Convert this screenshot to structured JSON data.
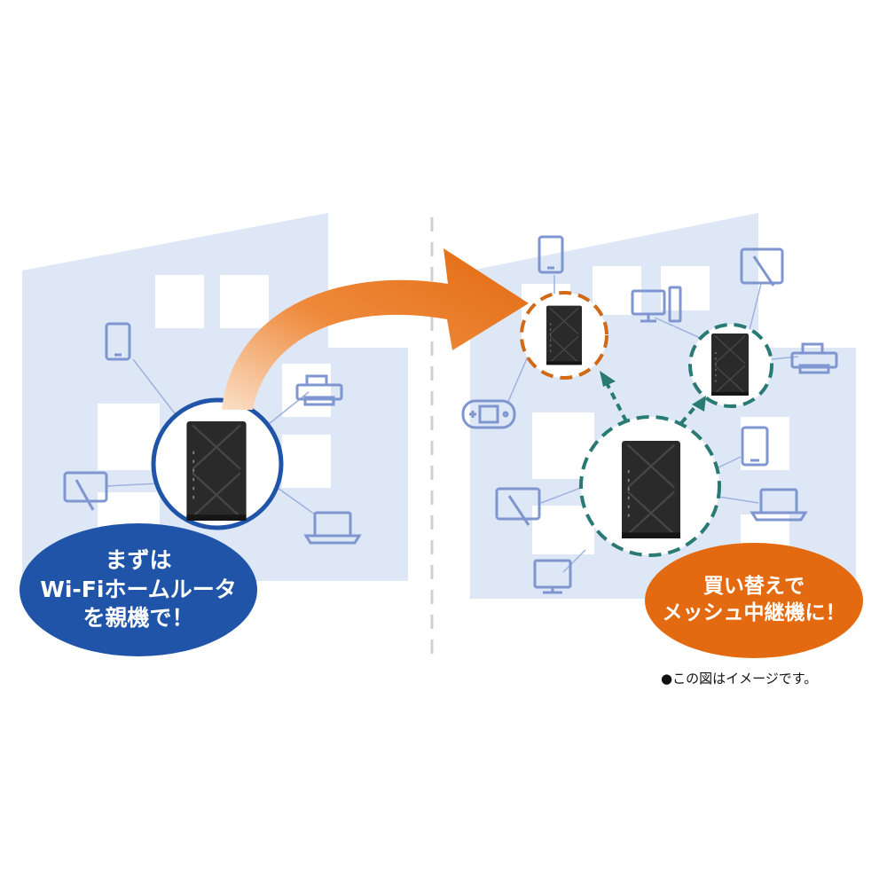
{
  "colors": {
    "house": "#dde7f5",
    "window": "#ffffff",
    "icon": "#7f96d0",
    "router": "#2a2a2a",
    "left_ring": "#1f54a8",
    "mesh_ring": "#2a7a74",
    "repeater_ring": "#d06a16",
    "arrow": "#e8731a",
    "divider": "#cfcfcf"
  },
  "icons": {
    "left_house": [
      "tablet-icon",
      "printer-icon",
      "pen-tablet-icon",
      "laptop-icon"
    ],
    "right_house": [
      "tablet-icon",
      "desktop-pc-icon",
      "pen-tablet-icon",
      "printer-icon",
      "game-console-icon",
      "tablet-icon",
      "pen-tablet-icon",
      "laptop-icon",
      "monitor-icon"
    ]
  },
  "left_bubble": {
    "lines": [
      "まずは",
      "Wi-Fiホームルータ",
      "を親機で！"
    ]
  },
  "right_bubble": {
    "lines": [
      "買い替えで",
      "メッシュ中継機に！"
    ]
  },
  "note": "●この図はイメージです。"
}
